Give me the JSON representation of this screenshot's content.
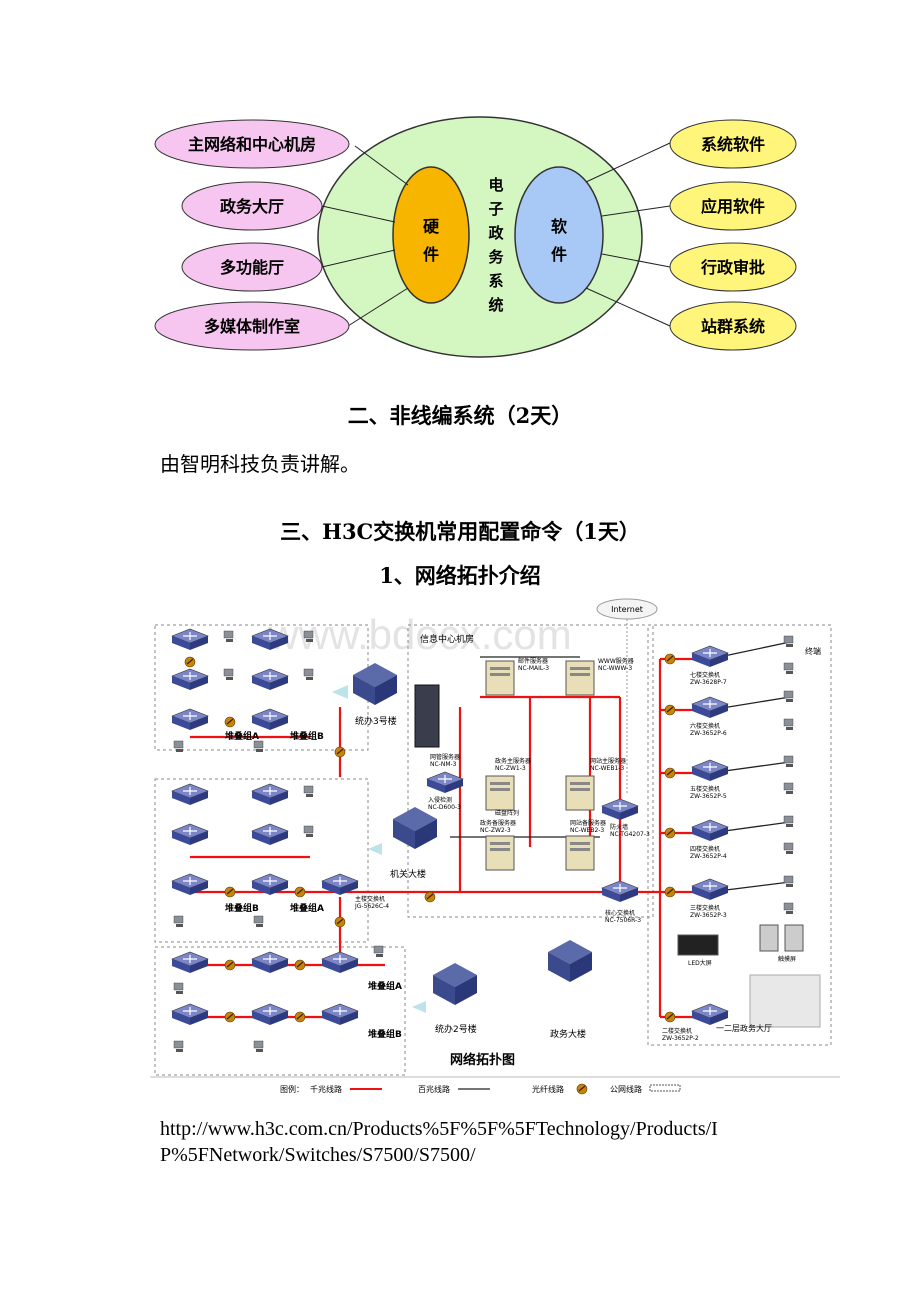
{
  "diagram1": {
    "left_items": [
      "主网络和中心机房",
      "政务大厅",
      "多功能厅",
      "多媒体制作室"
    ],
    "right_items": [
      "系统软件",
      "应用软件",
      "行政审批",
      "站群系统"
    ],
    "center_vertical": [
      "电",
      "子",
      "政",
      "务",
      "系",
      "统"
    ],
    "hardware": [
      "硬",
      "件"
    ],
    "software": [
      "软",
      "件"
    ],
    "colors": {
      "left_fill": "#f7c6f0",
      "right_fill": "#fff57a",
      "outer": "#d4f7c2",
      "hardware": "#f7b500",
      "software": "#a8c8f5"
    }
  },
  "section2_heading": "二、非线编系统（2天）",
  "section2_text": "由智明科技负责讲解。",
  "section3_heading": "三、H3C交换机常用配置命令（1天）",
  "section3_sub": "1、网络拓扑介绍",
  "topo": {
    "watermark": "www.bdocx.com",
    "internet": "Internet",
    "info_center": "信息中心机房",
    "caption": "网络拓扑图",
    "buildings": [
      "统办3号楼",
      "机关大楼",
      "统办2号楼",
      "政务大楼"
    ],
    "servers": [
      {
        "name": "邮件服务器",
        "model": "NC-MAIL-3"
      },
      {
        "name": "WWW服务器",
        "model": "NC-WWW-3"
      },
      {
        "name": "政务主服务器",
        "model": "NC-ZW1-3"
      },
      {
        "name": "网站主服务器",
        "model": "NC-WEB1-3"
      },
      {
        "name": "网管服务器",
        "model": "NC-NM-3"
      },
      {
        "name": "入侵检测",
        "model": "NC-D600-3"
      },
      {
        "name": "防火墙",
        "model": "NC-TG4207-3"
      },
      {
        "name": "磁盘阵列",
        "model": ""
      },
      {
        "name": "政务备服务器",
        "model": "NC-ZW2-3"
      },
      {
        "name": "网站备服务器",
        "model": "NC-WEB2-3"
      },
      {
        "name": "核心交换机",
        "model": "NC-7506R-3"
      }
    ],
    "groups": [
      "堆叠组A",
      "堆叠组B",
      "堆叠组B",
      "堆叠组A",
      "堆叠组A",
      "堆叠组B"
    ],
    "right_switches": [
      {
        "name": "七楼交换机",
        "model": "ZW-3628P-7"
      },
      {
        "name": "六楼交换机",
        "model": "ZW-3652P-6"
      },
      {
        "name": "五楼交换机",
        "model": "ZW-3652P-5"
      },
      {
        "name": "四楼交换机",
        "model": "ZW-3652P-4"
      },
      {
        "name": "三楼交换机",
        "model": "ZW-3652P-3"
      },
      {
        "name": "二楼交换机",
        "model": "ZW-3652P-2"
      }
    ],
    "terminal": "终端",
    "hall": "一二层政务大厅",
    "led": "LED大屏",
    "touch": "触摸屏",
    "jg_core": "主楼交换机",
    "jg_core_model": "JG-5626C-4",
    "legend": {
      "prefix": "图例：",
      "gigabit": "千兆线路",
      "hundred": "百兆线路",
      "fiber": "光纤线路",
      "public": "公网线路"
    }
  },
  "url_line1": "http://www.h3c.com.cn/Products%5F%5F%5FTechnology/Products/I",
  "url_line2": "P%5FNetwork/Switches/S7500/S7500/"
}
